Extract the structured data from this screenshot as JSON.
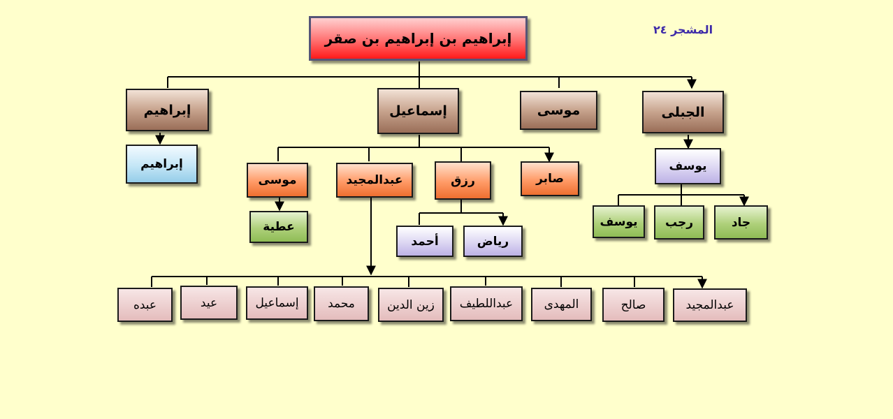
{
  "page_label": "المشجر ٢٤",
  "colors": {
    "background": "#ffffcc",
    "root": "#ff3333",
    "brown": "#b08a74",
    "orange": "#ff8844",
    "green": "#9fc66a",
    "lavender": "#cdc4ee",
    "blue": "#a9d8ef",
    "pink": "#e7c3c3",
    "label": "#3d2aa8"
  },
  "tree": {
    "root": "إبراهيم بن إبراهيم بن صقر",
    "gen1": {
      "aljabali": "الجبلى",
      "musa": "موسى",
      "ismail": "إسماعيل",
      "ibrahim": "إبراهيم"
    },
    "ibrahim_child": "إبراهيم",
    "aljabali_child": "يوسف",
    "yusuf_children": {
      "jad": "جاد",
      "rajab": "رجب",
      "yusuf": "يوسف"
    },
    "ismail_children": {
      "saber": "صابر",
      "rizq": "رزق",
      "abdulmajeed": "عبدالمجيد",
      "musa": "موسى"
    },
    "rizq_children": {
      "riyad": "رياض",
      "ahmad": "أحمد"
    },
    "musa_child": "عطية",
    "abdulmajeed_children": [
      "عبدالمجيد",
      "صالح",
      "المهدى",
      "عبداللطيف",
      "زين الدين",
      "محمد",
      "إسماعيل",
      "عيد",
      "عبده"
    ]
  }
}
